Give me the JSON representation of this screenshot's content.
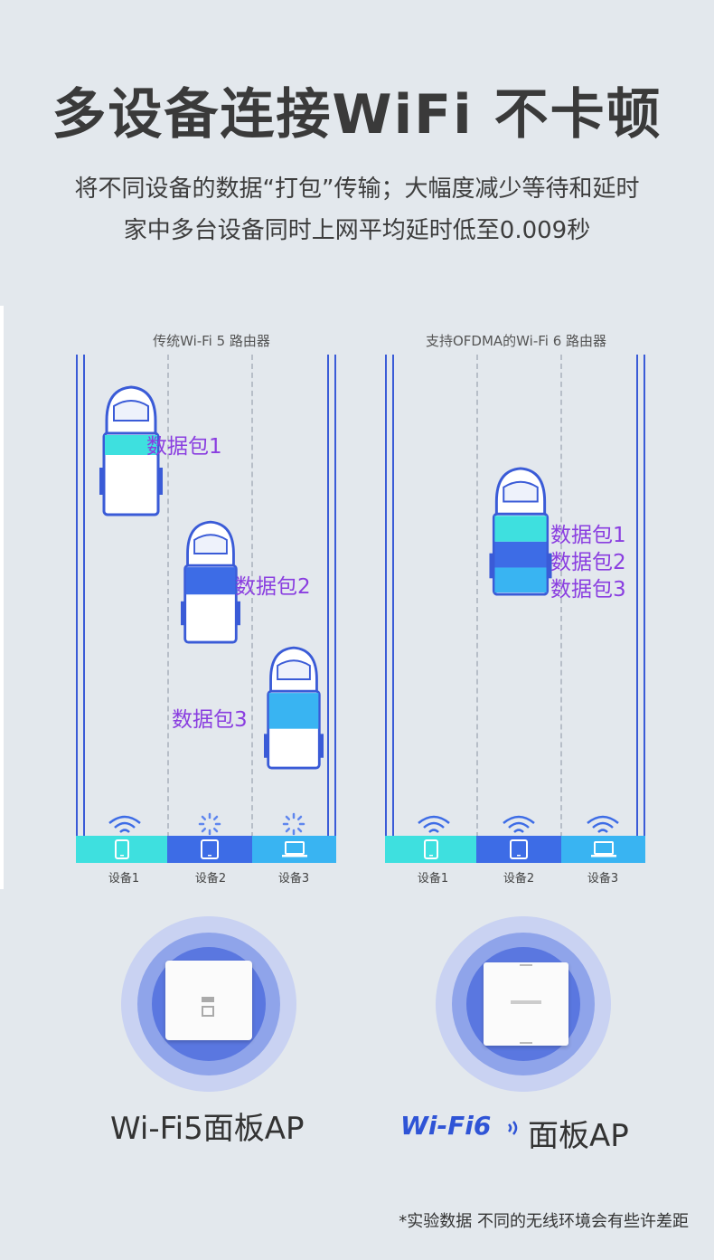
{
  "header": {
    "title": "多设备连接WiFi 不卡顿",
    "subtitle_line1": "将不同设备的数据“打包”传输；大幅度减少等待和延时",
    "subtitle_line2": "家中多台设备同时上网平均延时低至0.009秒"
  },
  "left_panel": {
    "label": "传统Wi-Fi 5 路由器",
    "packets": [
      "数据包1",
      "数据包2",
      "数据包3"
    ],
    "devices": [
      "设备1",
      "设备2",
      "设备3"
    ]
  },
  "right_panel": {
    "label": "支持OFDMA的Wi-Fi 6 路由器",
    "packets": [
      "数据包1",
      "数据包2",
      "数据包3"
    ],
    "devices": [
      "设备1",
      "设备2",
      "设备3"
    ]
  },
  "products": {
    "left_label": "Wi-Fi5面板AP",
    "right_logo": "Wi-Fi6",
    "right_suffix": "面板AP"
  },
  "footnote": "*实验数据 不同的无线环境会有些许差距",
  "colors": {
    "lane": "#3a5bd7",
    "packet1": "#3ee0df",
    "packet2": "#3d6ce6",
    "packet3": "#39b4f2",
    "packet_text": "#8a3ee0",
    "ring_outer": "#c9d2f2",
    "ring_mid": "#8fa4ea",
    "ring_inner": "#5a77e0"
  }
}
